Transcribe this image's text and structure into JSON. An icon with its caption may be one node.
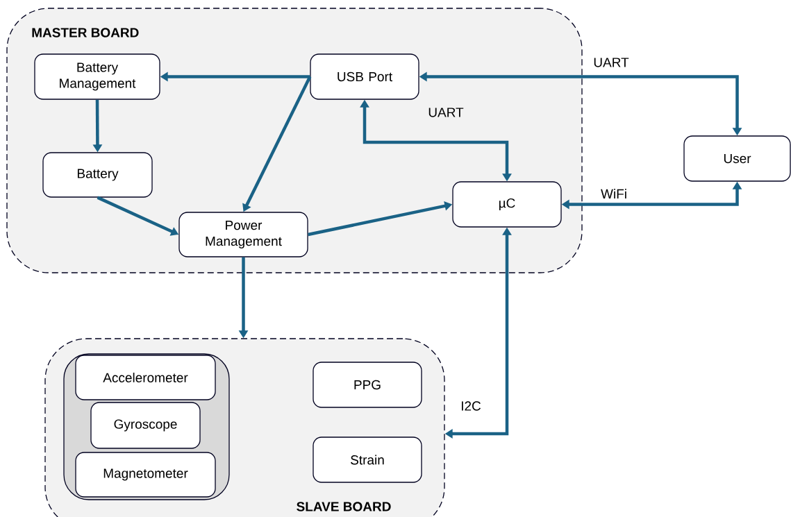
{
  "diagram": {
    "nodes": [
      {
        "text": [
          "MASTER BOARD"
        ]
      },
      {
        "text": [
          "Battery Management"
        ],
        "in": 0
      },
      {
        "text": [
          "USB Port"
        ],
        "in": 0
      },
      {
        "text": [
          "Battery"
        ],
        "in": 0
      },
      {
        "text": [
          "µC"
        ],
        "in": 0
      },
      {
        "text": [
          "Power Management"
        ],
        "in": 0
      },
      {
        "text": [
          "User"
        ]
      },
      {
        "text": [
          "SLAVE BOARD"
        ]
      },
      {
        "text": [],
        "shape": "box",
        "in": 7
      },
      {
        "text": [
          "Accelerometer"
        ],
        "in": 8
      },
      {
        "text": [
          "Gyroscope"
        ],
        "in": 8
      },
      {
        "text": [
          "Magnetometer"
        ],
        "in": 8
      },
      {
        "text": [
          "PPG"
        ],
        "in": 7
      },
      {
        "text": [
          "Strain"
        ],
        "in": 7
      }
    ],
    "edges": [
      {
        "from": 2,
        "to": 1,
        "arrow": "to"
      },
      {
        "from": 2,
        "to": 5,
        "arrow": "to"
      },
      {
        "from": 1,
        "to": 3,
        "arrow": "to"
      },
      {
        "from": 3,
        "to": 5,
        "arrow": "to"
      },
      {
        "from": 5,
        "to": 4,
        "arrow": "to"
      },
      {
        "from": 2,
        "to": 4,
        "arrow": "both",
        "label": "UART"
      },
      {
        "from": 2,
        "to": 6,
        "arrow": "both",
        "label": "UART"
      },
      {
        "from": 4,
        "to": 6,
        "arrow": "both",
        "label": "WiFi"
      },
      {
        "from": 5,
        "to": 7,
        "arrow": "to"
      },
      {
        "from": 4,
        "to": 7,
        "arrow": "both",
        "label": "I2C"
      }
    ]
  }
}
